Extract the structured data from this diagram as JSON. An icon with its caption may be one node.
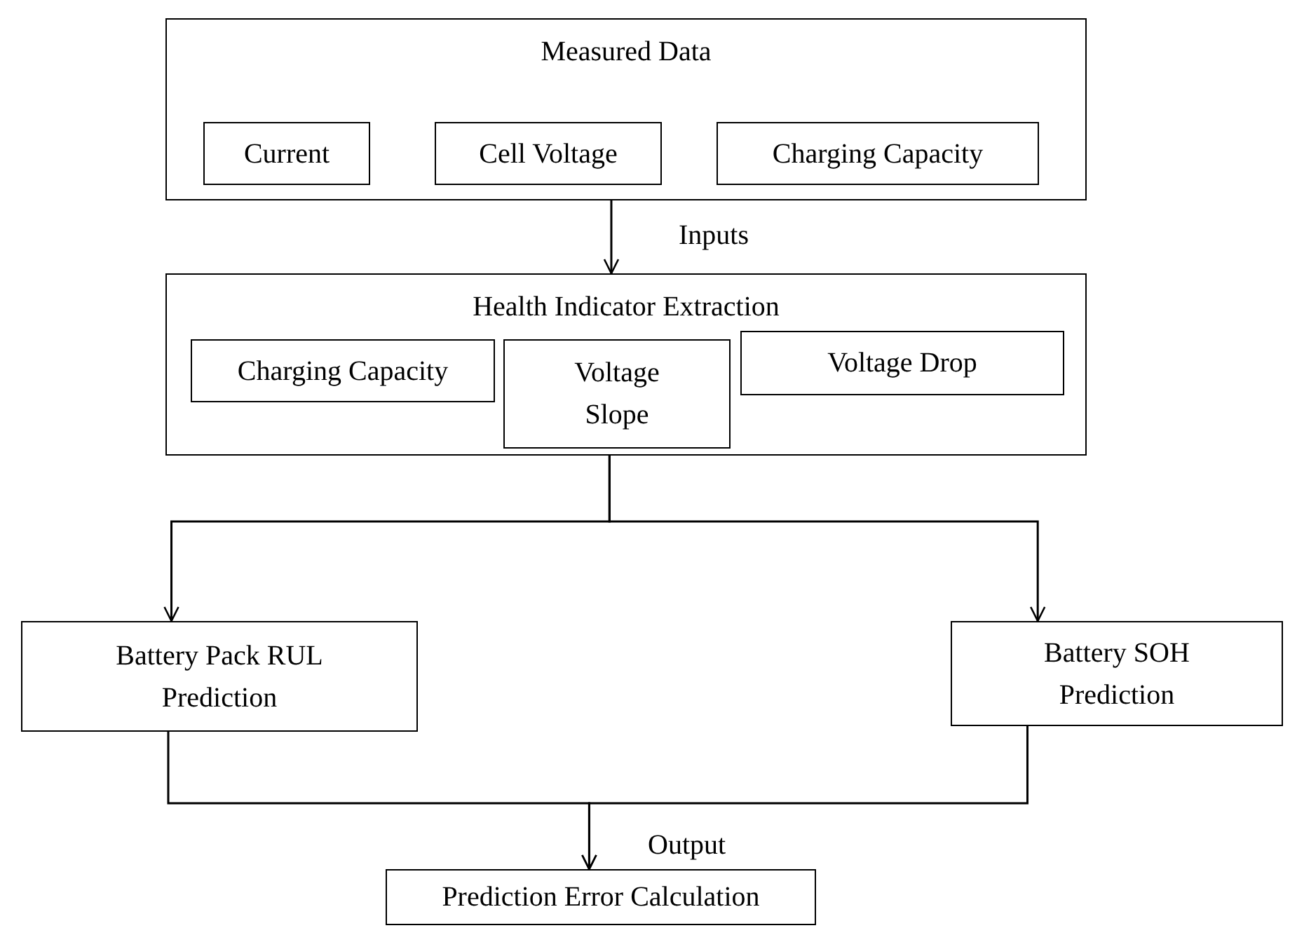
{
  "diagram": {
    "nodes": [
      {
        "text": [
          "Measured Data"
        ]
      },
      {
        "text": [
          "Current"
        ],
        "in": 0
      },
      {
        "text": [
          "Cell Voltage"
        ],
        "in": 0
      },
      {
        "text": [
          "Charging Capacity"
        ],
        "in": 0
      },
      {
        "text": [
          "Health Indicator Extraction"
        ]
      },
      {
        "text": [
          "Charging Capacity"
        ],
        "in": 4
      },
      {
        "text": [
          "Voltage Slope"
        ],
        "in": 4
      },
      {
        "text": [
          "Voltage Drop"
        ],
        "in": 4
      },
      {
        "text": [
          "Battery Pack RUL Prediction"
        ]
      },
      {
        "text": [
          "Battery SOH Prediction"
        ]
      },
      {
        "text": [
          "Prediction Error Calculation"
        ]
      }
    ],
    "edges": [
      {
        "from": 0,
        "to": 4,
        "arrow": "to",
        "label": "Inputs"
      },
      {
        "from": 4,
        "to": 8,
        "arrow": "to"
      },
      {
        "from": 4,
        "to": 9,
        "arrow": "to"
      },
      {
        "from": 8,
        "to": 10,
        "arrow": "to",
        "label": "Output"
      },
      {
        "from": 9,
        "to": 10,
        "arrow": "to"
      }
    ]
  }
}
